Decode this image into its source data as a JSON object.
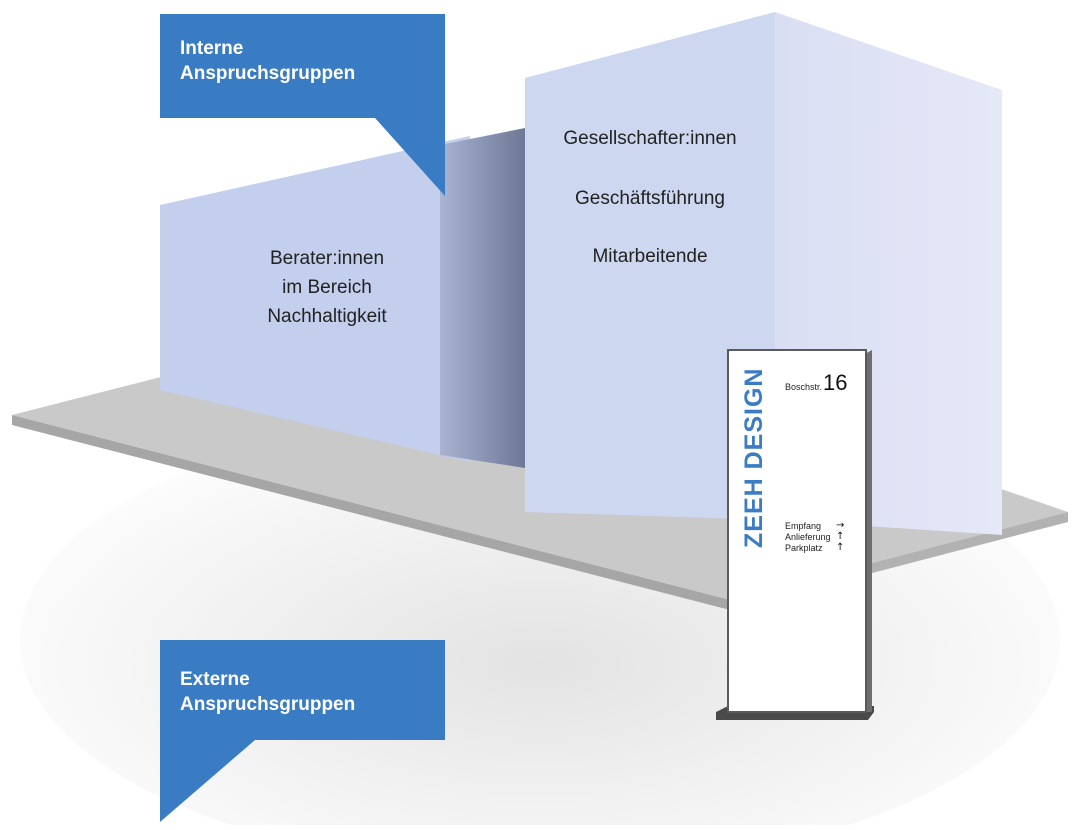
{
  "callouts": {
    "internal": {
      "line1": "Interne",
      "line2": "Anspruchsgruppen"
    },
    "external": {
      "line1": "Externe",
      "line2": "Anspruchsgruppen"
    }
  },
  "low_wall": {
    "lines": [
      "Berater:innen",
      "im Bereich",
      "Nachhaltigkeit"
    ]
  },
  "tower": {
    "lines": [
      "Gesellschafter:innen",
      "Geschäftsführung",
      "Mitarbeitende"
    ]
  },
  "sign": {
    "brand": "ZEEH DESIGN",
    "street": "Boschstr.",
    "number": "16",
    "directions": [
      {
        "label": "Empfang",
        "arrow": "→"
      },
      {
        "label": "Anlieferung",
        "arrow": "↑"
      },
      {
        "label": "Parkplatz",
        "arrow": "↑"
      }
    ]
  },
  "colors": {
    "callout_blue": "#3a7cc3",
    "wall_light": "#c3cfec",
    "tower_front": "#cdd7f0",
    "platform": "#c8c8c8",
    "brand_blue": "#3b7cc4"
  }
}
